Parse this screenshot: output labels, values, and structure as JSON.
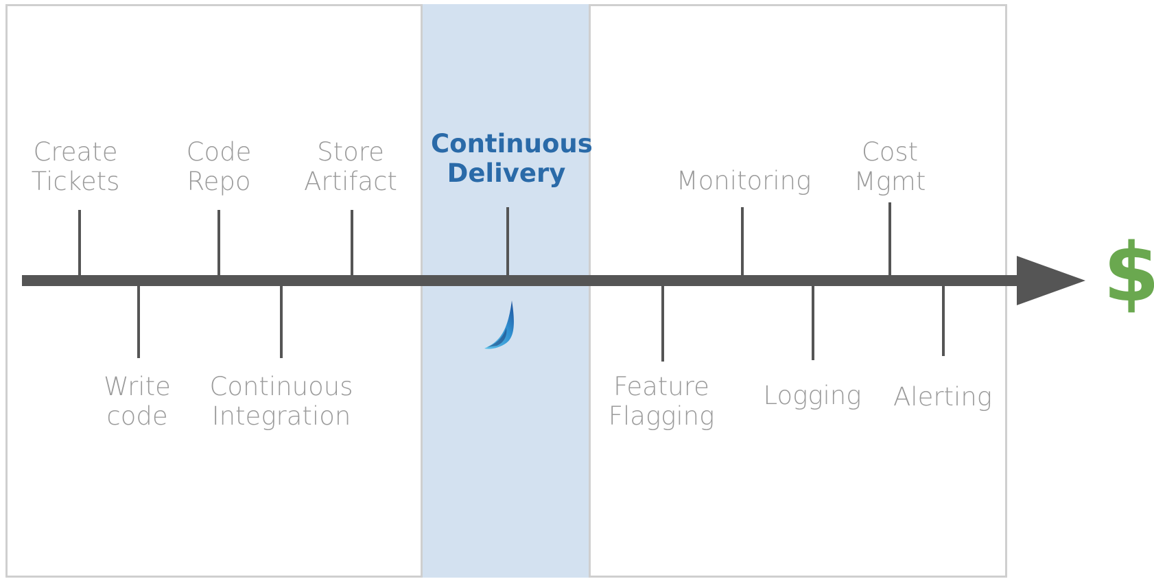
{
  "timeline": {
    "above": [
      {
        "id": "create-tickets",
        "label": "Create\nTickets"
      },
      {
        "id": "code-repo",
        "label": "Code\nRepo"
      },
      {
        "id": "store-artifact",
        "label": "Store\nArtifact"
      },
      {
        "id": "continuous-delivery",
        "label": "Continuous\nDelivery",
        "highlight": true
      },
      {
        "id": "monitoring",
        "label": "Monitoring"
      },
      {
        "id": "cost-mgmt",
        "label": "Cost\nMgmt"
      }
    ],
    "below": [
      {
        "id": "write-code",
        "label": "Write\ncode"
      },
      {
        "id": "continuous-integration",
        "label": "Continuous\nIntegration"
      },
      {
        "id": "feature-flagging",
        "label": "Feature\nFlagging"
      },
      {
        "id": "logging",
        "label": "Logging"
      },
      {
        "id": "alerting",
        "label": "Alerting"
      }
    ],
    "end_symbol": "$"
  },
  "colors": {
    "axis": "#555555",
    "label": "#9a9a9a",
    "highlight_label": "#2a6aa8",
    "highlight_band": "#d3e1f0",
    "panel_border": "#cfcfcf",
    "end_symbol": "#6aa84f"
  },
  "icons": {
    "logo": "spinnaker-sail-logo"
  }
}
